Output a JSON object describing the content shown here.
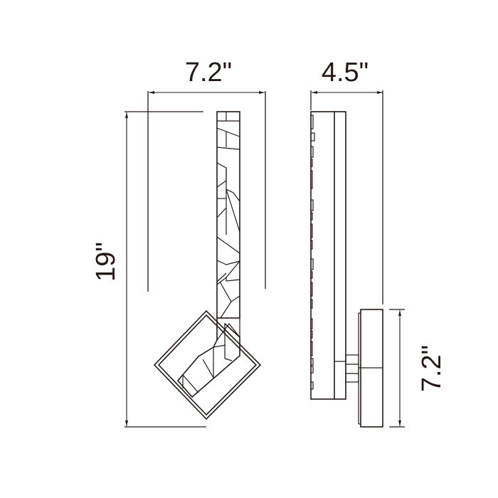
{
  "diagram": {
    "type": "product-dimension-drawing",
    "subject": "wall sconce",
    "colors": {
      "line": "#231815",
      "background": "#ffffff"
    },
    "views": [
      {
        "name": "front-view",
        "dimensions": {
          "width": {
            "label": "7.2\"",
            "value": 7.2,
            "unit": "in",
            "orientation": "horizontal"
          },
          "height": {
            "label": "19\"",
            "value": 19,
            "unit": "in",
            "orientation": "vertical"
          }
        }
      },
      {
        "name": "side-view",
        "dimensions": {
          "depth": {
            "label": "4.5\"",
            "value": 4.5,
            "unit": "in",
            "orientation": "horizontal"
          },
          "backplate_height": {
            "label": "7.2\"",
            "value": 7.2,
            "unit": "in",
            "orientation": "vertical"
          }
        }
      }
    ]
  },
  "labels": {
    "front_width": "7.2\"",
    "front_height": "19\"",
    "side_depth": "4.5\"",
    "side_backplate_height": "7.2\""
  }
}
